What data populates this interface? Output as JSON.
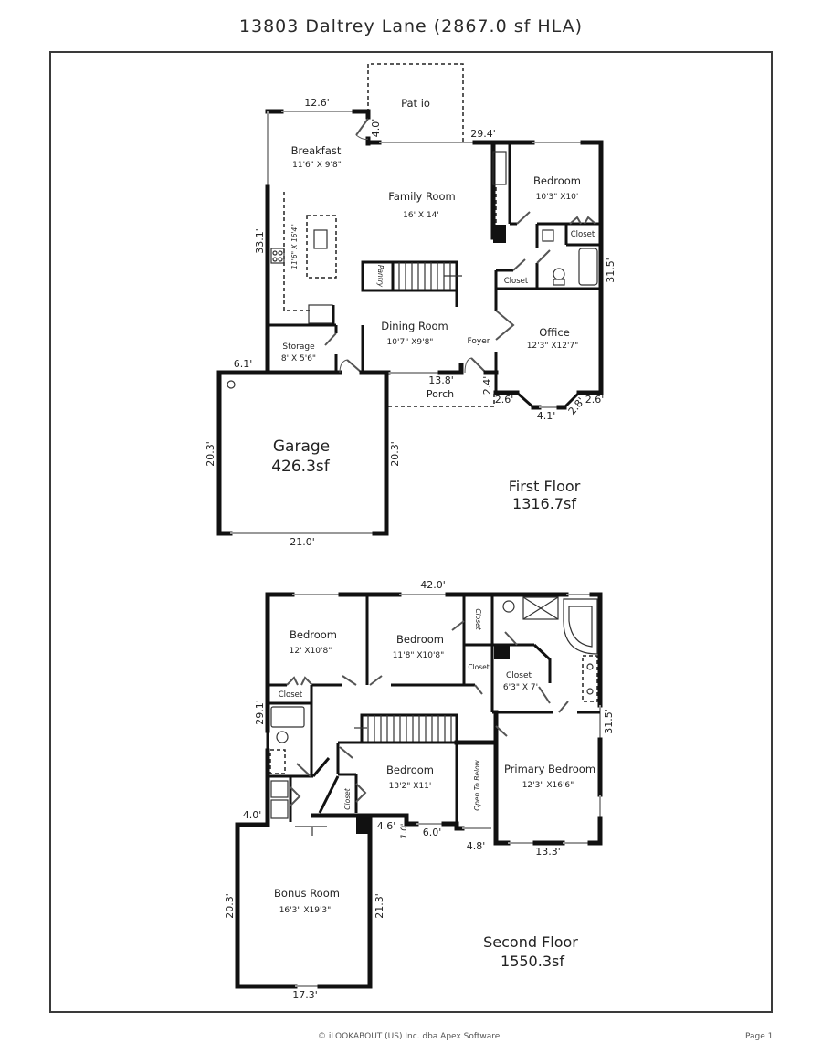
{
  "header": {
    "title": "13803 Daltrey Lane (2867.0 sf HLA)"
  },
  "first_floor": {
    "label": "First Floor",
    "area": "1316.7sf",
    "rooms": {
      "patio": {
        "name": "Pat io"
      },
      "breakfast": {
        "name": "Breakfast",
        "dims": "11'6\" X 9'8\""
      },
      "family_room": {
        "name": "Family Room",
        "dims": "16' X 14'"
      },
      "kitchen": {
        "dims": "11'6\" X 16'4\""
      },
      "bedroom": {
        "name": "Bedroom",
        "dims": "10'3\" X10'"
      },
      "closet_bedroom": {
        "name": "Closet"
      },
      "closet_hall": {
        "name": "Closet"
      },
      "pantry": {
        "name": "Pantry"
      },
      "dining_room": {
        "name": "Dining Room",
        "dims": "10'7\" X9'8\""
      },
      "storage": {
        "name": "Storage",
        "dims": "8' X 5'6\""
      },
      "foyer": {
        "name": "Foyer"
      },
      "office": {
        "name": "Office",
        "dims": "12'3\" X12'7\""
      },
      "porch": {
        "name": "Porch"
      },
      "garage": {
        "name": "Garage",
        "area": "426.3sf"
      }
    },
    "measurements": {
      "breakfast_top": "12.6'",
      "patio_door": "4.0'",
      "rear_right": "29.4'",
      "left_side": "33.1'",
      "right_side": "31.5'",
      "storage_offset": "6.1'",
      "porch_width": "13.8'",
      "porch_depth": "2.4'",
      "bay_left": "2.6'",
      "bay_center": "4.1'",
      "bay_angle": "2.8'",
      "bay_right": "2.6'",
      "garage_left": "20.3'",
      "garage_right": "20.3'",
      "garage_bottom": "21.0'"
    }
  },
  "second_floor": {
    "label": "Second Floor",
    "area": "1550.3sf",
    "rooms": {
      "bedroom_1": {
        "name": "Bedroom",
        "dims": "12' X10'8\""
      },
      "bedroom_2": {
        "name": "Bedroom",
        "dims": "11'8\" X10'8\""
      },
      "closet_b1": {
        "name": "Closet"
      },
      "closet_b2_vertical": {
        "name": "Closet"
      },
      "closet_b2_small": {
        "name": "Closet"
      },
      "closet_walkin": {
        "name": "Closet",
        "dims": "6'3\" X 7'"
      },
      "linen": {
        "name": "Closet"
      },
      "bedroom_3": {
        "name": "Bedroom",
        "dims": "13'2\" X11'"
      },
      "closet_b3": {
        "name": "Closet"
      },
      "open_to_below": {
        "name": "Open To Below"
      },
      "primary_bedroom": {
        "name": "Primary Bedroom",
        "dims": "12'3\" X16'6\""
      },
      "bonus_room": {
        "name": "Bonus Room",
        "dims": "16'3\" X19'3\""
      }
    },
    "measurements": {
      "top": "42.0'",
      "left_side": "29.1'",
      "right_side": "31.5'",
      "bonus_offset": "4.0'",
      "notch_a": "4.6'",
      "notch_b": "1.0'",
      "notch_c": "6.0'",
      "open_below": "4.8'",
      "primary_bottom": "13.3'",
      "bonus_left": "20.3'",
      "bonus_right": "21.3'",
      "bonus_bottom": "17.3'"
    }
  },
  "footer": {
    "copyright": "© iLOOKABOUT (US) Inc. dba Apex Software",
    "page": "Page 1"
  }
}
